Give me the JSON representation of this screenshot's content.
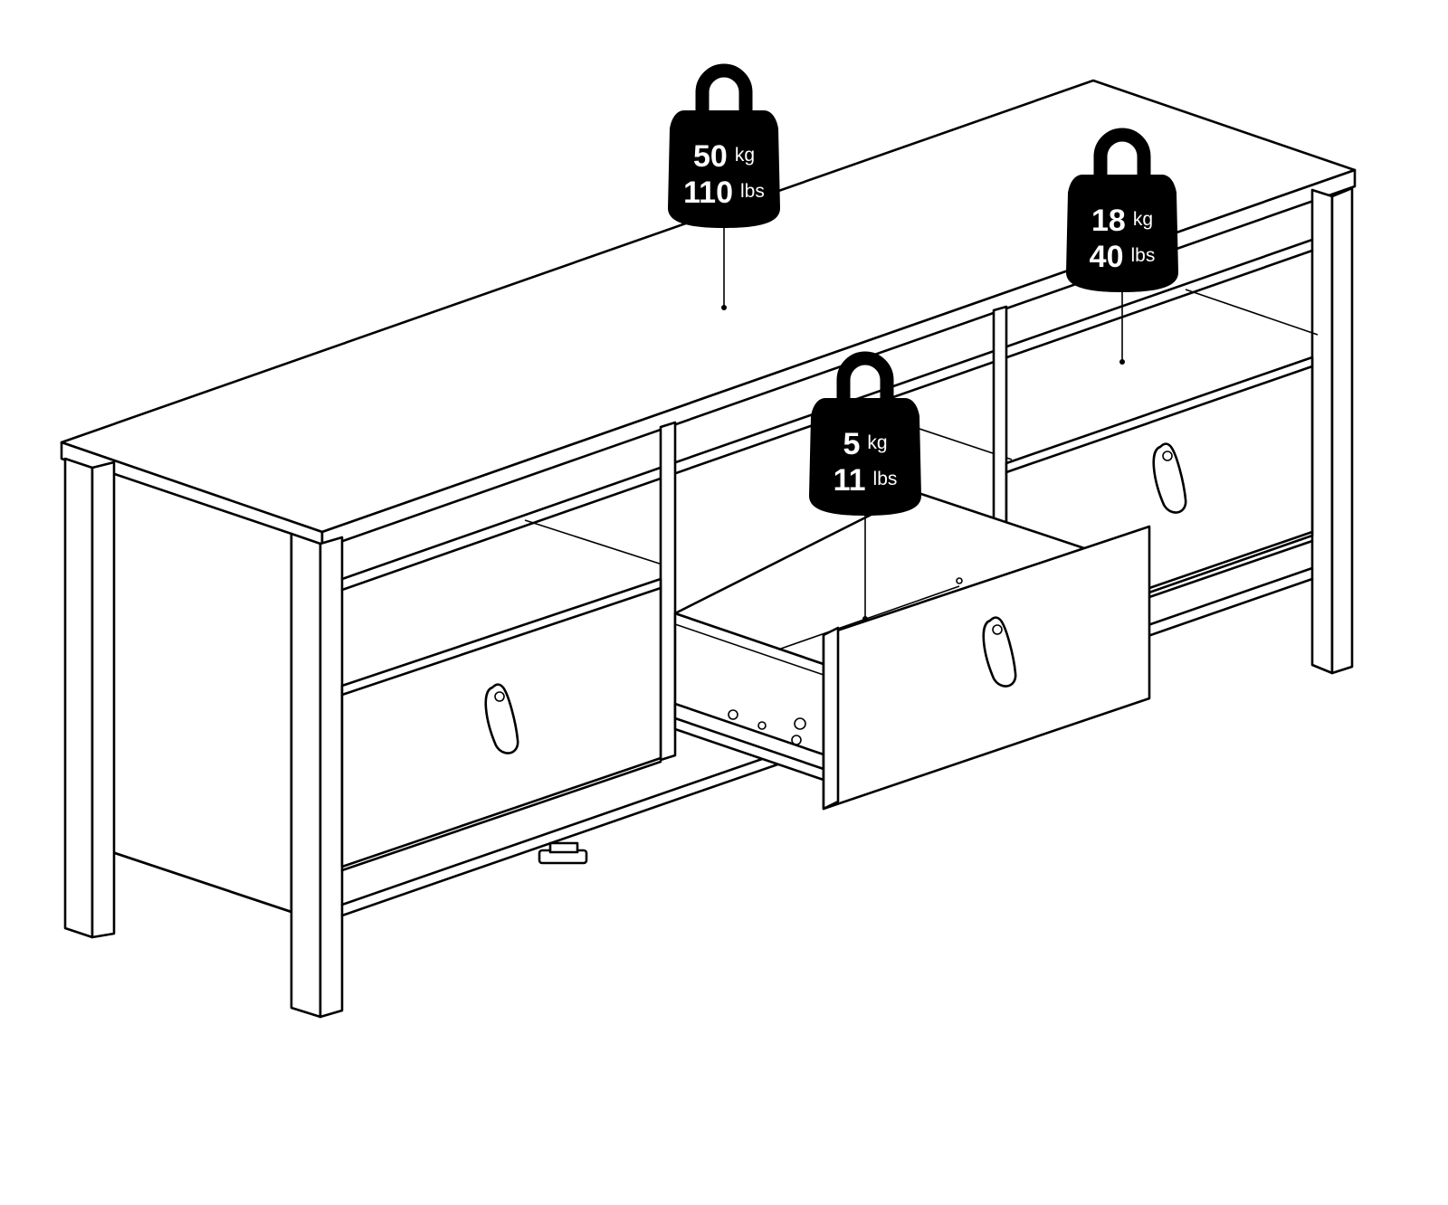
{
  "colors": {
    "line": "#000000",
    "background": "#ffffff",
    "weight_fill": "#000000",
    "weight_text": "#ffffff"
  },
  "weights": [
    {
      "id": "top",
      "value_kg": "50",
      "unit_kg": "kg",
      "value_lbs": "110",
      "unit_lbs": "lbs"
    },
    {
      "id": "shelf",
      "value_kg": "18",
      "unit_kg": "kg",
      "value_lbs": "40",
      "unit_lbs": "lbs"
    },
    {
      "id": "drawer",
      "value_kg": "5",
      "unit_kg": "kg",
      "value_lbs": "11",
      "unit_lbs": "lbs"
    }
  ]
}
